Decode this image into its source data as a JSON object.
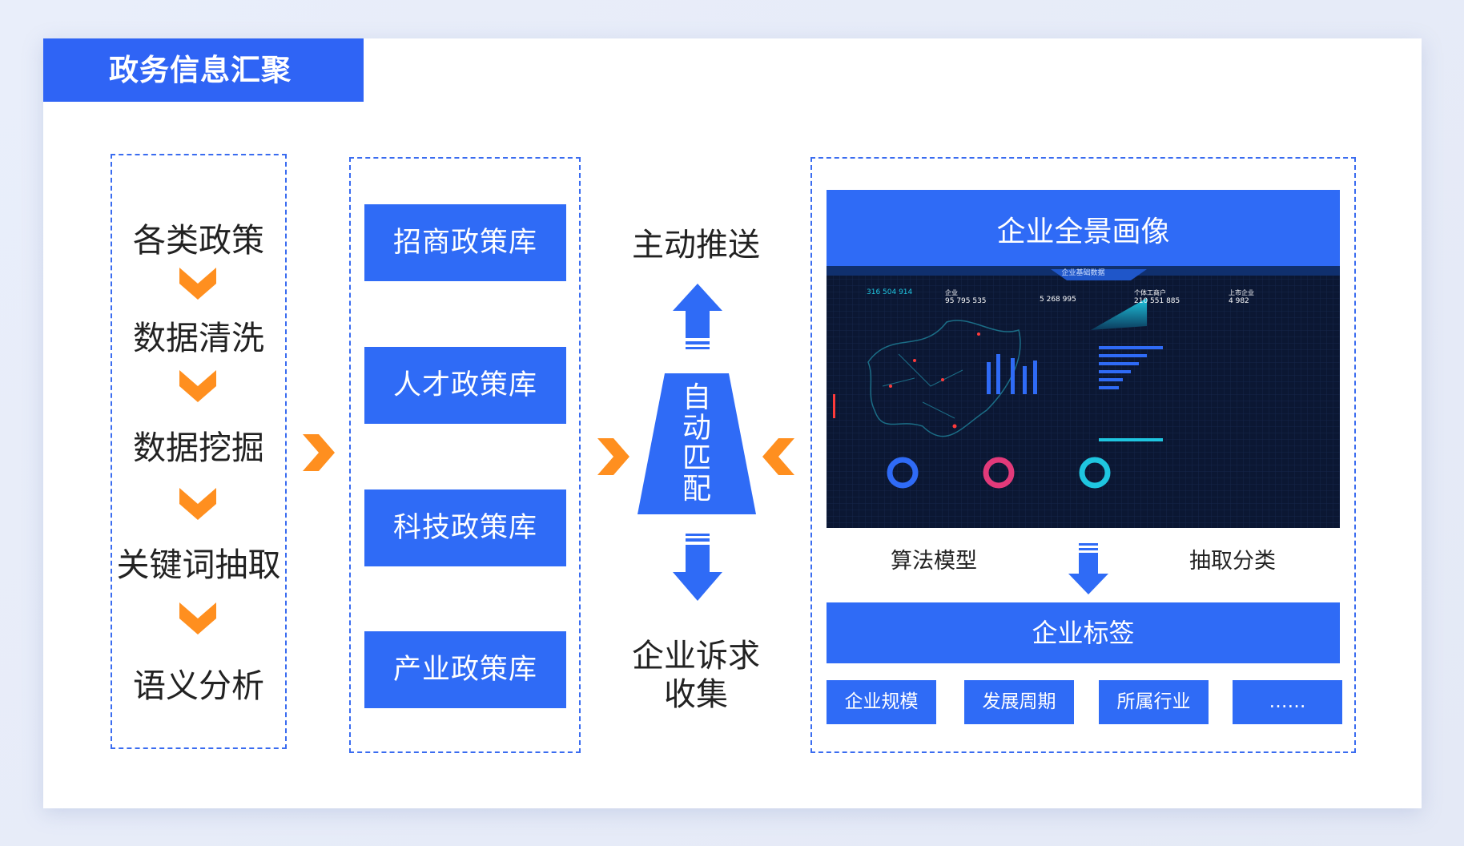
{
  "header": {
    "title": "政务信息汇聚"
  },
  "pipeline": {
    "steps": [
      "各类政策",
      "数据清洗",
      "数据挖掘",
      "关键词抽取",
      "语义分析"
    ]
  },
  "libraries": [
    "招商政策库",
    "人才政策库",
    "科技政策库",
    "产业政策库"
  ],
  "matching": {
    "push_label": "主动推送",
    "center_label": "自动匹配",
    "collect_label_line1": "企业诉求",
    "collect_label_line2": "收集"
  },
  "portrait": {
    "title": "企业全景画像",
    "dashboard": {
      "banner": "企业基础数据",
      "metrics": [
        {
          "label": "",
          "value": "316 504 914"
        },
        {
          "label": "企业",
          "value": "95 795 535"
        },
        {
          "label": "",
          "value": "5 268 995"
        },
        {
          "label": "个体工商户",
          "value": "210 551 885"
        },
        {
          "label": "上市企业",
          "value": "4 982"
        }
      ]
    },
    "left_caption": "算法模型",
    "right_caption": "抽取分类",
    "tags_title": "企业标签",
    "tags": [
      "企业规模",
      "发展周期",
      "所属行业",
      "……"
    ]
  },
  "colors": {
    "primary": "#2f6bf6",
    "accent": "#ff8f1f",
    "dashboard_bg": "#0b1733"
  }
}
